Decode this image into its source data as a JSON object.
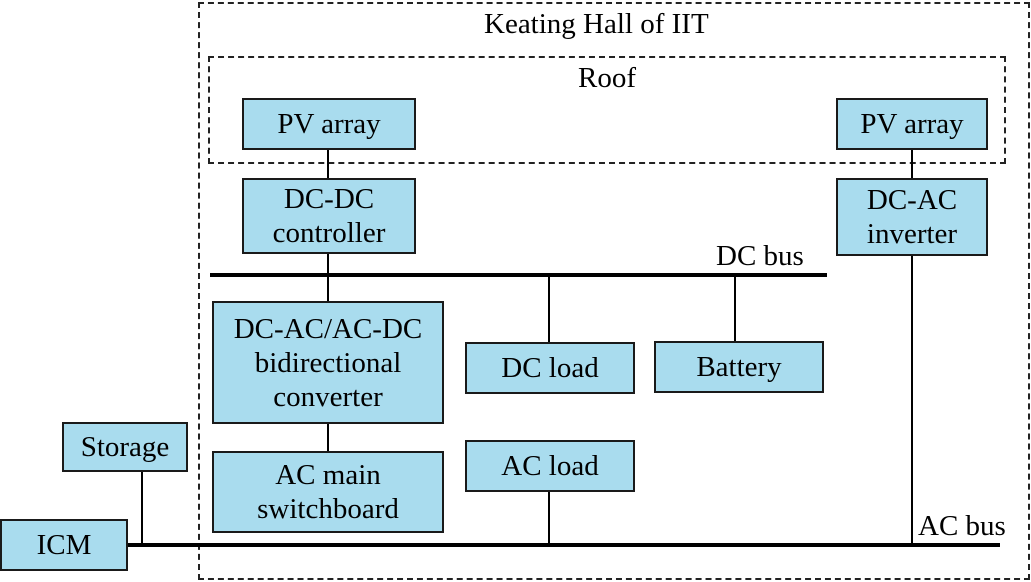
{
  "diagram": {
    "building_label": "Keating Hall of IIT",
    "roof_label": "Roof",
    "dc_bus_label": "DC bus",
    "ac_bus_label": "AC bus",
    "colors": {
      "box_fill": "#a9dcee",
      "line": "#000000"
    },
    "nodes": {
      "pv_array_left": "PV array",
      "pv_array_right": "PV array",
      "dcdc_controller": "DC-DC\ncontroller",
      "dcac_inverter": "DC-AC\ninverter",
      "bidirectional_converter": "DC-AC/AC-DC\nbidirectional\nconverter",
      "dc_load": "DC load",
      "battery": "Battery",
      "ac_main_switchboard": "AC main\nswitchboard",
      "ac_load": "AC load",
      "storage": "Storage",
      "icm": "ICM"
    }
  }
}
